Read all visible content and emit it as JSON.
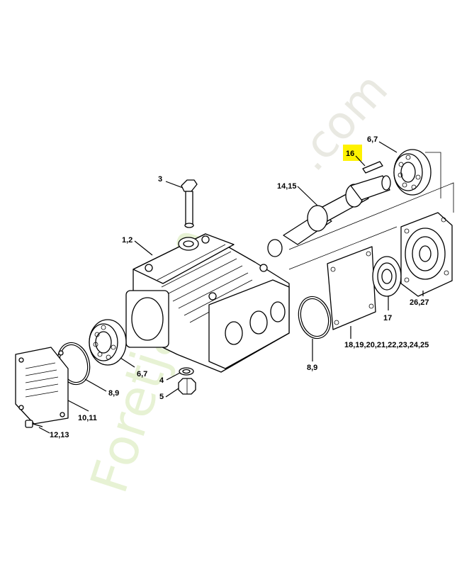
{
  "watermark": {
    "text_vertical": "Foretjardin",
    "text_arc": ".com",
    "color_green": "#c9e3a0",
    "color_gray": "#cfcfbf"
  },
  "highlight_color": "#fff200",
  "labels": {
    "l1_2": "1,2",
    "l3": "3",
    "l4": "4",
    "l5": "5",
    "l6_7_top": "6,7",
    "l6_7_bottom": "6,7",
    "l8_9_left": "8,9",
    "l8_9_right": "8,9",
    "l10_11": "10,11",
    "l12_13": "12,13",
    "l14_15": "14,15",
    "l16": "16",
    "l17": "17",
    "l18_25": "18,19,20,21,22,23,24,25",
    "l26_27": "26,27"
  }
}
